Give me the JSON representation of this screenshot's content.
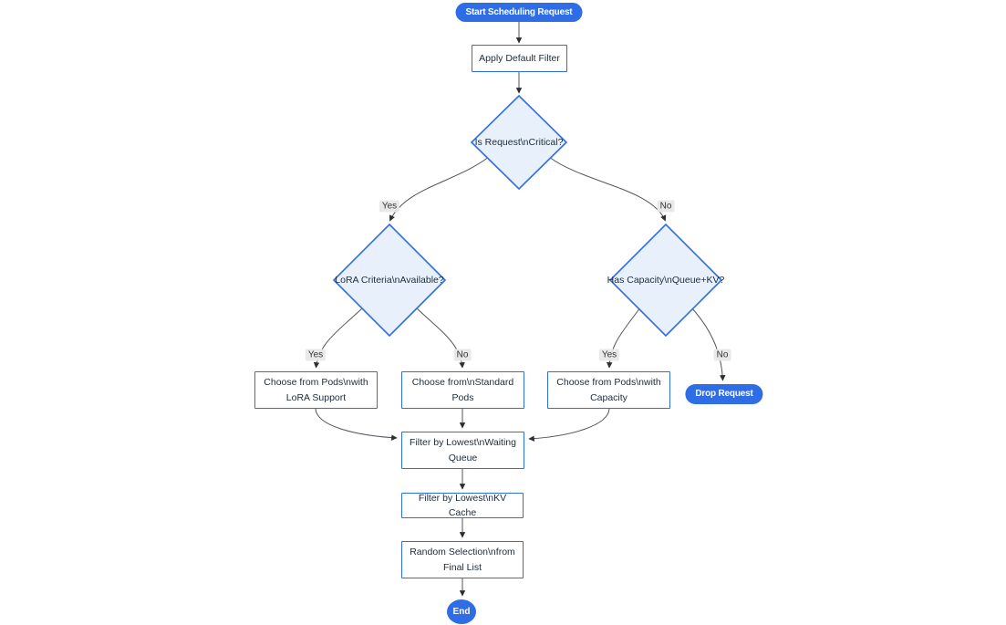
{
  "diagram_type": "flowchart",
  "colors": {
    "accent": "#2e6de6",
    "diamond_fill": "#e8f1fb",
    "diamond_border": "#2e6de6",
    "rect_fill": "#ffffff",
    "node_text": "#1c2b3a",
    "edge_stroke": "#51565d",
    "edge_label_bg": "#e8e8e8"
  },
  "nodes": {
    "start": {
      "label": "Start Scheduling Request",
      "shape": "stadium"
    },
    "apply_filter": {
      "label": "Apply Default Filter",
      "shape": "rect"
    },
    "is_critical": {
      "label": "Is Request\\nCritical?",
      "shape": "diamond"
    },
    "lora_criteria": {
      "label": "LoRA Criteria\\nAvailable?",
      "shape": "diamond"
    },
    "has_capacity": {
      "label": "Has Capacity\\nQueue+KV?",
      "shape": "diamond"
    },
    "choose_lora": {
      "label": "Choose from Pods\\nwith LoRA Support",
      "shape": "rect"
    },
    "choose_standard": {
      "label": "Choose from\\nStandard Pods",
      "shape": "rect"
    },
    "choose_capacity": {
      "label": "Choose from Pods\\nwith Capacity",
      "shape": "rect"
    },
    "drop_request": {
      "label": "Drop Request",
      "shape": "stadium"
    },
    "filter_queue": {
      "label": "Filter by Lowest\\nWaiting Queue",
      "shape": "rect"
    },
    "filter_kv": {
      "label": "Filter by Lowest\\nKV Cache",
      "shape": "rect"
    },
    "random_selection": {
      "label": "Random Selection\\nfrom Final List",
      "shape": "rect"
    },
    "end": {
      "label": "End",
      "shape": "circle"
    }
  },
  "edges": [
    {
      "from": "start",
      "to": "apply_filter",
      "label": ""
    },
    {
      "from": "apply_filter",
      "to": "is_critical",
      "label": ""
    },
    {
      "from": "is_critical",
      "to": "lora_criteria",
      "label": "Yes"
    },
    {
      "from": "is_critical",
      "to": "has_capacity",
      "label": "No"
    },
    {
      "from": "lora_criteria",
      "to": "choose_lora",
      "label": "Yes"
    },
    {
      "from": "lora_criteria",
      "to": "choose_standard",
      "label": "No"
    },
    {
      "from": "has_capacity",
      "to": "choose_capacity",
      "label": "Yes"
    },
    {
      "from": "has_capacity",
      "to": "drop_request",
      "label": "No"
    },
    {
      "from": "choose_lora",
      "to": "filter_queue",
      "label": ""
    },
    {
      "from": "choose_standard",
      "to": "filter_queue",
      "label": ""
    },
    {
      "from": "choose_capacity",
      "to": "filter_queue",
      "label": ""
    },
    {
      "from": "filter_queue",
      "to": "filter_kv",
      "label": ""
    },
    {
      "from": "filter_kv",
      "to": "random_selection",
      "label": ""
    },
    {
      "from": "random_selection",
      "to": "end",
      "label": ""
    }
  ]
}
